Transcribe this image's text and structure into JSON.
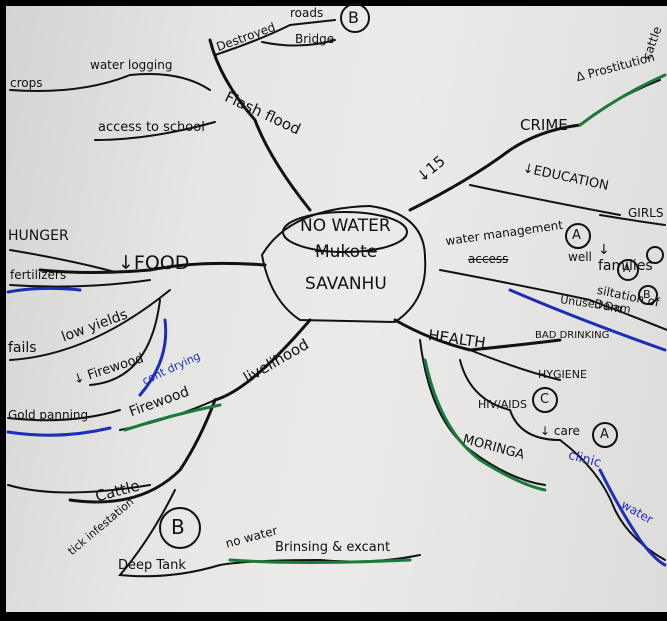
{
  "center": {
    "lines": [
      "NO WATER",
      "Mukote",
      "SAVANHU"
    ]
  },
  "branches": {
    "flash_flood": {
      "label": "Flash flood",
      "sub": [
        "Destroyed",
        "roads",
        "Bridge",
        "water logging",
        "crops",
        "access to school"
      ],
      "badge": "B"
    },
    "crime": {
      "label": "CRIME",
      "sub": [
        "Δ Prostitution"
      ],
      "cattle": "cattle"
    },
    "education": {
      "label": "↓EDUCATION",
      "sub": [
        "GIRLS",
        "↓ families",
        "water management",
        "access"
      ],
      "badge": "A",
      "well": "well"
    },
    "food": {
      "label": "↓FOOD",
      "sub": [
        "HUNGER",
        "fertilizers",
        "fails",
        "low yields",
        "↓ Firewood",
        "Gold panning"
      ],
      "cont": "cont drying"
    },
    "livelihood": {
      "label": "livelihood",
      "sub": [
        "Firewood",
        "Cattle",
        "tick infestation",
        "Deep Tank",
        "no water",
        "Brinsing & excant",
        "B"
      ]
    },
    "health": {
      "label": "HEALTH",
      "sub": [
        "siltation of Dam",
        "Unused Dam",
        "BAD DRINKING",
        "HYGIENE",
        "HIV/AIDS",
        "↓ care",
        "clinic",
        "MORINGA",
        "water"
      ],
      "badges": [
        "A",
        "B",
        "C",
        "A"
      ]
    },
    "misc": {
      "arrow": "↓15"
    }
  },
  "colors": {
    "ink": "#111111",
    "blue_marker": "#1c2db8",
    "green_marker": "#1a7a3c",
    "paper": "#e6e6e4"
  }
}
